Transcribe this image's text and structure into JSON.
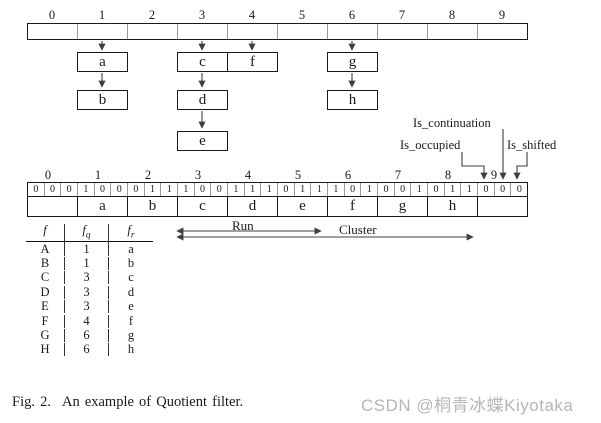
{
  "top_ruler": {
    "numbers": [
      "0",
      "1",
      "2",
      "3",
      "4",
      "5",
      "6",
      "7",
      "8",
      "9"
    ]
  },
  "box_labels": {
    "a": "a",
    "b": "b",
    "c": "c",
    "d": "d",
    "e": "e",
    "f": "f",
    "g": "g",
    "h": "h"
  },
  "flag_labels": {
    "occupied": "Is_occupied",
    "continuation": "Is_continuation",
    "shifted": "Is_shifted"
  },
  "quotient_array": {
    "numbers": [
      "0",
      "1",
      "2",
      "3",
      "4",
      "5",
      "6",
      "7",
      "8",
      "9"
    ],
    "bit_groups": [
      "000",
      "100",
      "011",
      "100",
      "111",
      "011",
      "101",
      "001",
      "011",
      "000"
    ],
    "slot_labels": [
      "",
      "a",
      "b",
      "c",
      "d",
      "e",
      "f",
      "g",
      "h",
      ""
    ]
  },
  "annotations": {
    "run": "Run",
    "cluster": "Cluster"
  },
  "table": {
    "headers": [
      {
        "base": "f",
        "sub": ""
      },
      {
        "base": "f",
        "sub": "q"
      },
      {
        "base": "f",
        "sub": "r"
      }
    ],
    "rows": [
      [
        "A",
        "1",
        "a"
      ],
      [
        "B",
        "1",
        "b"
      ],
      [
        "C",
        "3",
        "c"
      ],
      [
        "D",
        "3",
        "d"
      ],
      [
        "E",
        "3",
        "e"
      ],
      [
        "F",
        "4",
        "f"
      ],
      [
        "G",
        "6",
        "g"
      ],
      [
        "H",
        "6",
        "h"
      ]
    ]
  },
  "caption": {
    "label": "Fig. 2.",
    "text": "An example of Quotient filter."
  },
  "watermark": "CSDN @桐青冰蝶Kiyotaka",
  "colors": {
    "line": "#1a1a1a",
    "arrow": "#3f3f3f",
    "divider": "#9a9a9a",
    "watermark": "#b6b6b6"
  }
}
